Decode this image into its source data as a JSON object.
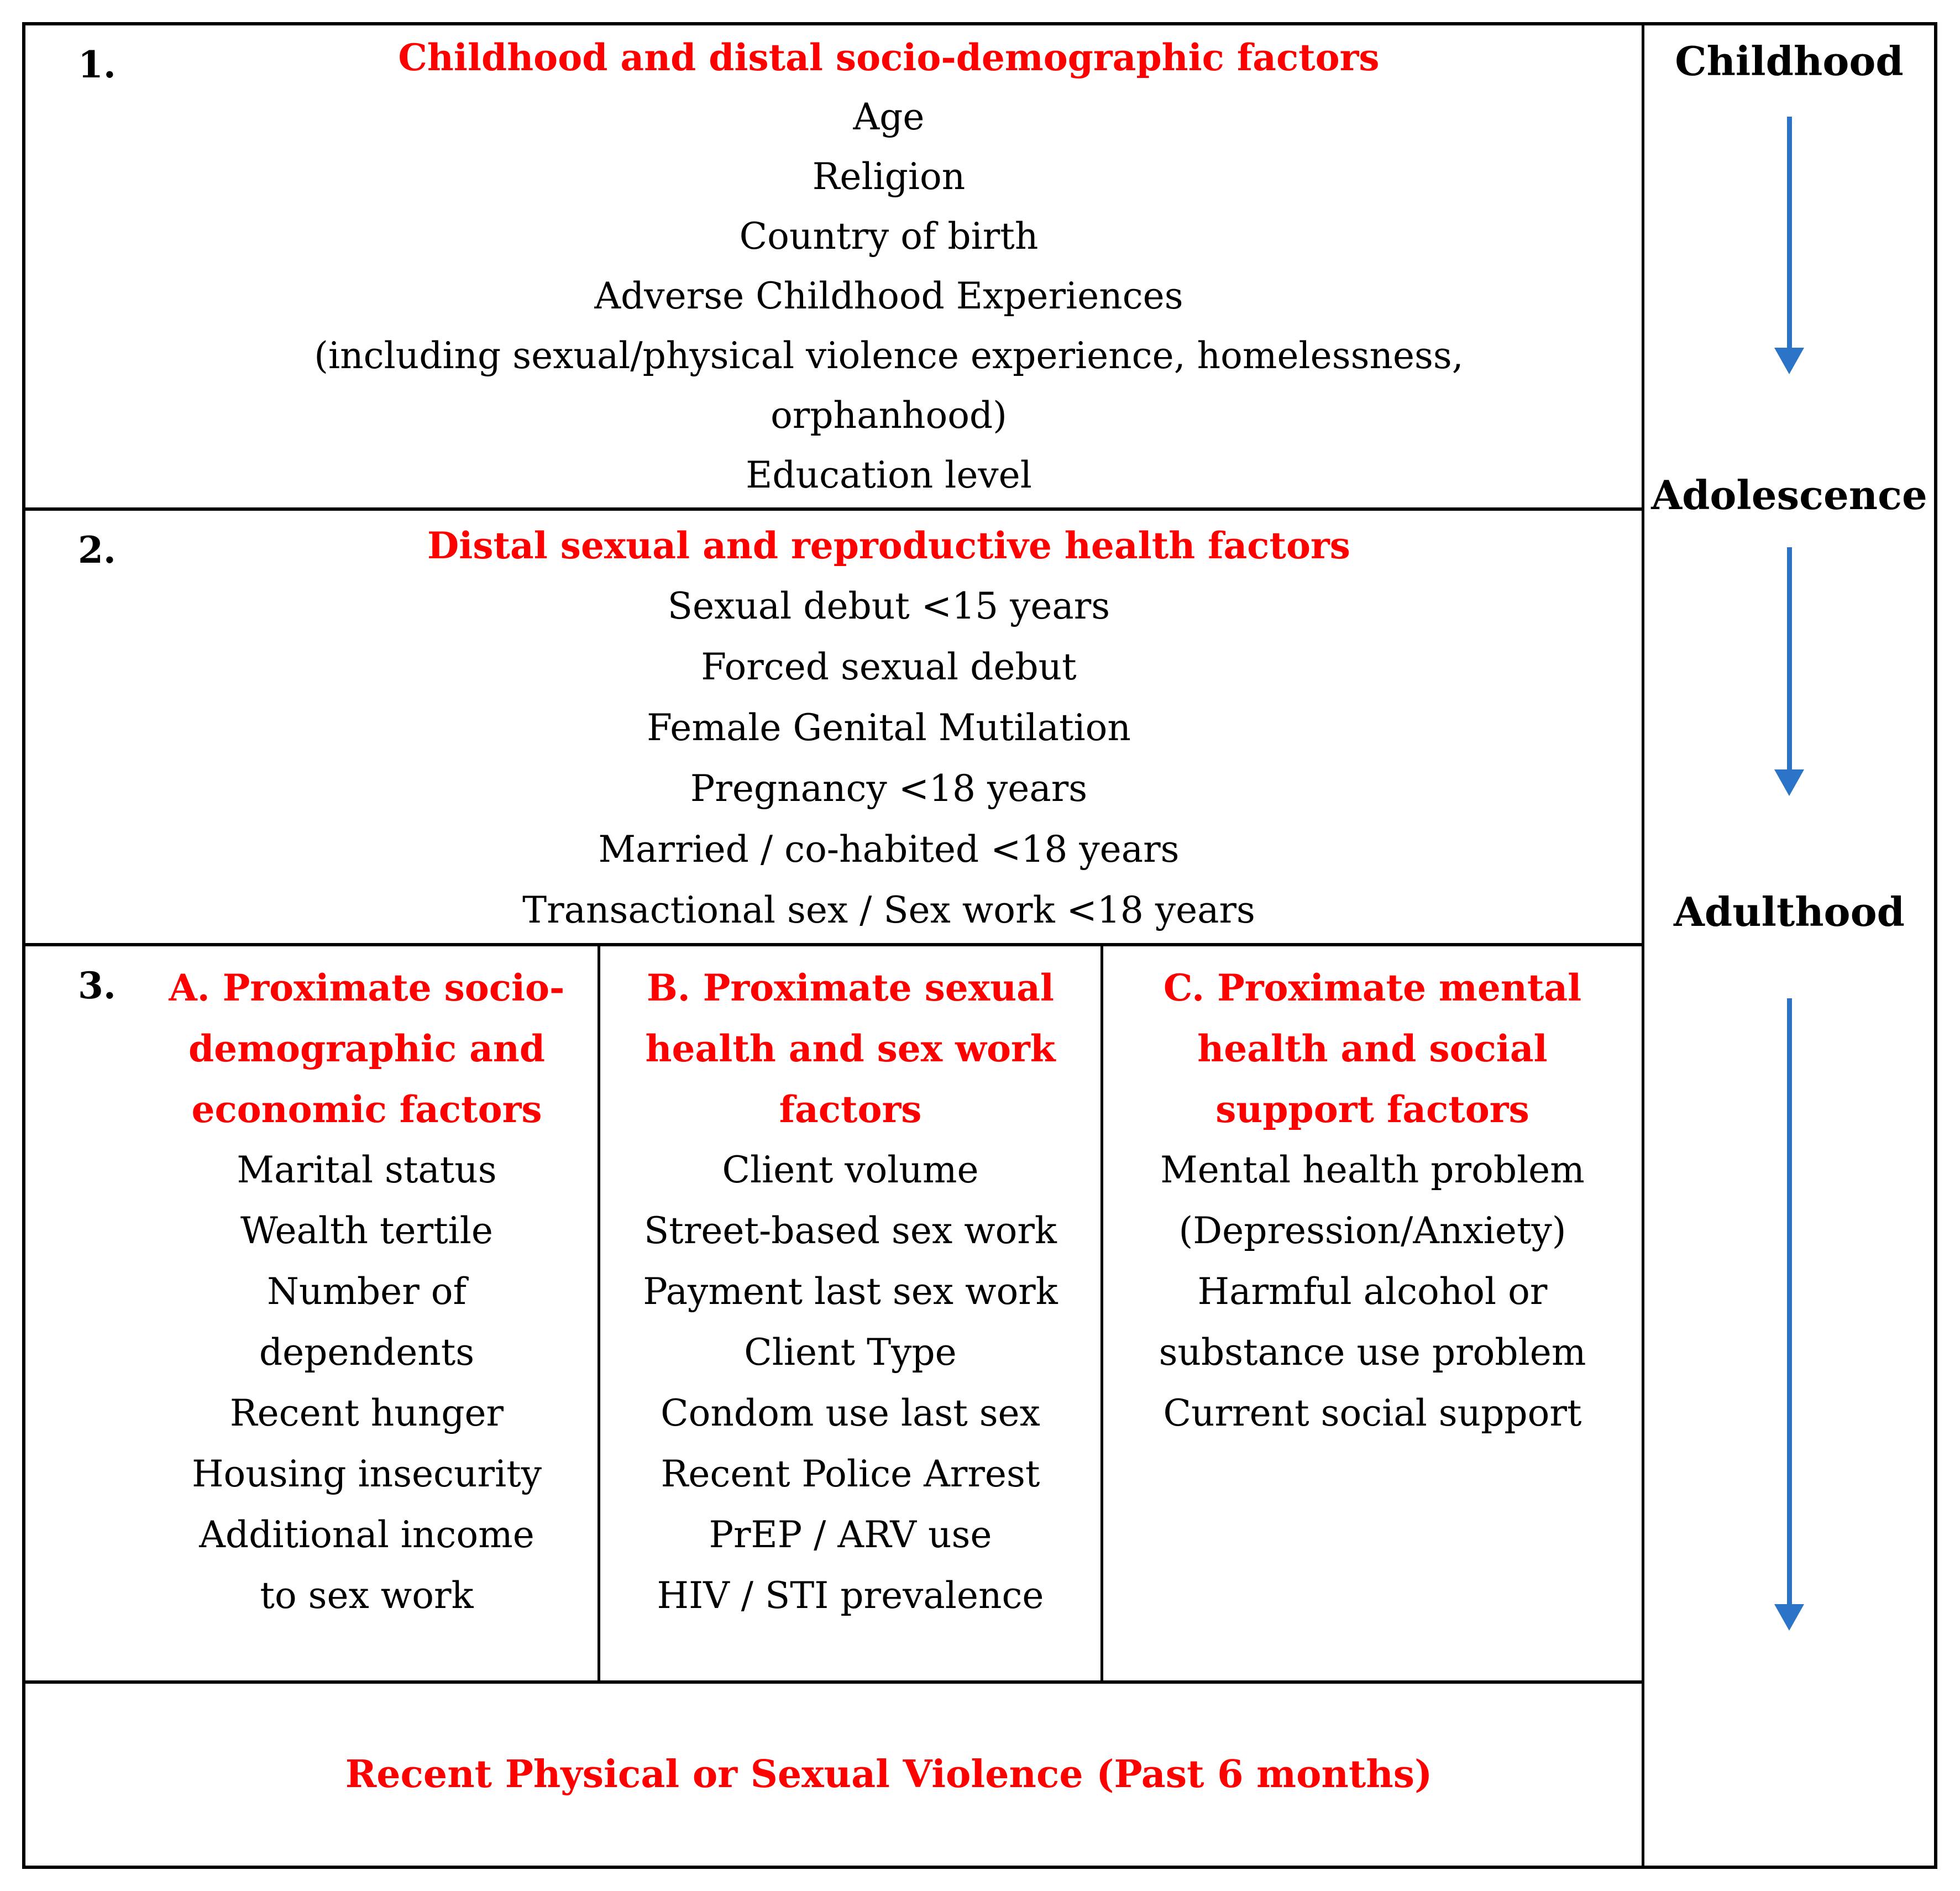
{
  "figure": {
    "colors": {
      "heading_red": "#FF0000",
      "body_black": "#000000",
      "arrow_blue": "#2B74C8",
      "border_black": "#000000",
      "background": "#FFFFFF"
    },
    "sections": [
      {
        "number": "1.",
        "heading": "Childhood and distal socio-demographic factors",
        "items": [
          "Age",
          "Religion",
          "Country of birth",
          "Adverse Childhood Experiences",
          "(including sexual/physical violence experience, homelessness, orphanhood)",
          "Education level"
        ]
      },
      {
        "number": "2.",
        "heading": "Distal sexual and reproductive health factors",
        "items": [
          "Sexual debut <15 years",
          "Forced sexual debut",
          "Female Genital Mutilation",
          "Pregnancy <18 years",
          "Married / co-habited <18 years",
          "Transactional sex / Sex work <18 years"
        ]
      },
      {
        "number": "3.",
        "columns": [
          {
            "heading": "A. Proximate socio-demographic and economic factors",
            "items": [
              "Marital status",
              "Wealth tertile",
              "Number of dependents",
              "Recent hunger",
              "Housing insecurity",
              "Additional income to sex work"
            ]
          },
          {
            "heading": "B. Proximate sexual health and sex work factors",
            "items": [
              "Client volume",
              "Street-based sex work",
              "Payment last sex work",
              "Client Type",
              "Condom use last sex",
              "Recent Police Arrest",
              "PrEP / ARV use",
              "HIV / STI prevalence"
            ]
          },
          {
            "heading": "C. Proximate mental health and social support factors",
            "items": [
              "Mental health problem (Depression/Anxiety)",
              "Harmful alcohol or substance use problem",
              "Current social support"
            ]
          }
        ]
      }
    ],
    "outcome": "Recent Physical or Sexual Violence (Past 6 months)",
    "timeline": {
      "stages": [
        "Childhood",
        "Adolescence",
        "Adulthood"
      ]
    }
  }
}
